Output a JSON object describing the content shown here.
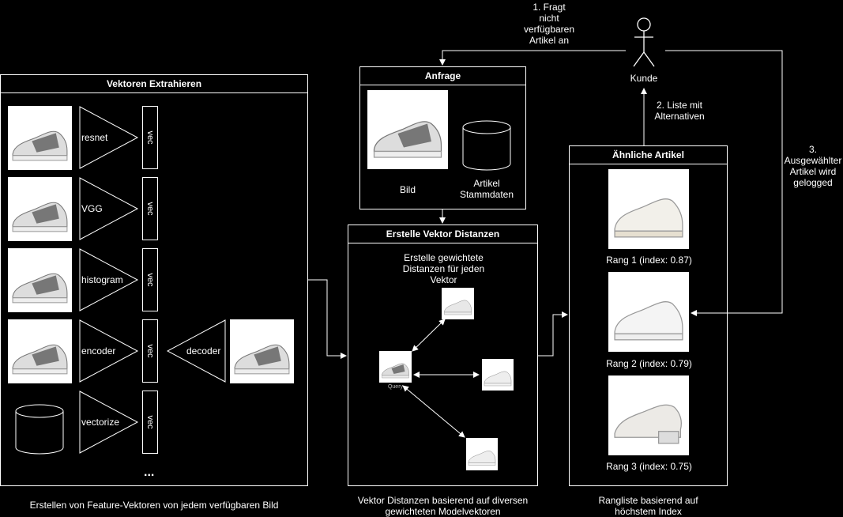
{
  "panels": {
    "extract": {
      "title": "Vektoren Extrahieren",
      "models": [
        "resnet",
        "VGG",
        "histogram",
        "encoder",
        "vectorize"
      ],
      "vec_label": "vec",
      "decoder_label": "decoder",
      "ellipsis": "...",
      "caption": "Erstellen von Feature-Vektoren von jedem verfügbaren Bild"
    },
    "request": {
      "title": "Anfrage",
      "image_label": "Bild",
      "db_label_line1": "Artikel",
      "db_label_line2": "Stammdaten"
    },
    "distances": {
      "title": "Erstelle Vektor Distanzen",
      "description_line1": "Erstelle gewichtete",
      "description_line2": "Distanzen für jeden",
      "description_line3": "Vektor",
      "query_label": "Query",
      "caption_line1": "Vektor Distanzen basierend auf diversen",
      "caption_line2": "gewichteten Modelvektoren"
    },
    "similar": {
      "title": "Ähnliche Artikel",
      "ranks": [
        "Rang 1 (index: 0.87)",
        "Rang 2 (index: 0.79)",
        "Rang 3 (index: 0.75)"
      ],
      "caption_line1": "Rangliste basierend auf",
      "caption_line2": "höchstem Index"
    }
  },
  "actor": {
    "label": "Kunde"
  },
  "edges": {
    "step1": [
      "1. Fragt",
      "nicht",
      "verfügbaren",
      "Artikel an"
    ],
    "step2": [
      "2. Liste mit",
      "Alternativen"
    ],
    "step3": [
      "3.",
      "Ausgewählter",
      "Artikel wird",
      "gelogged"
    ]
  }
}
